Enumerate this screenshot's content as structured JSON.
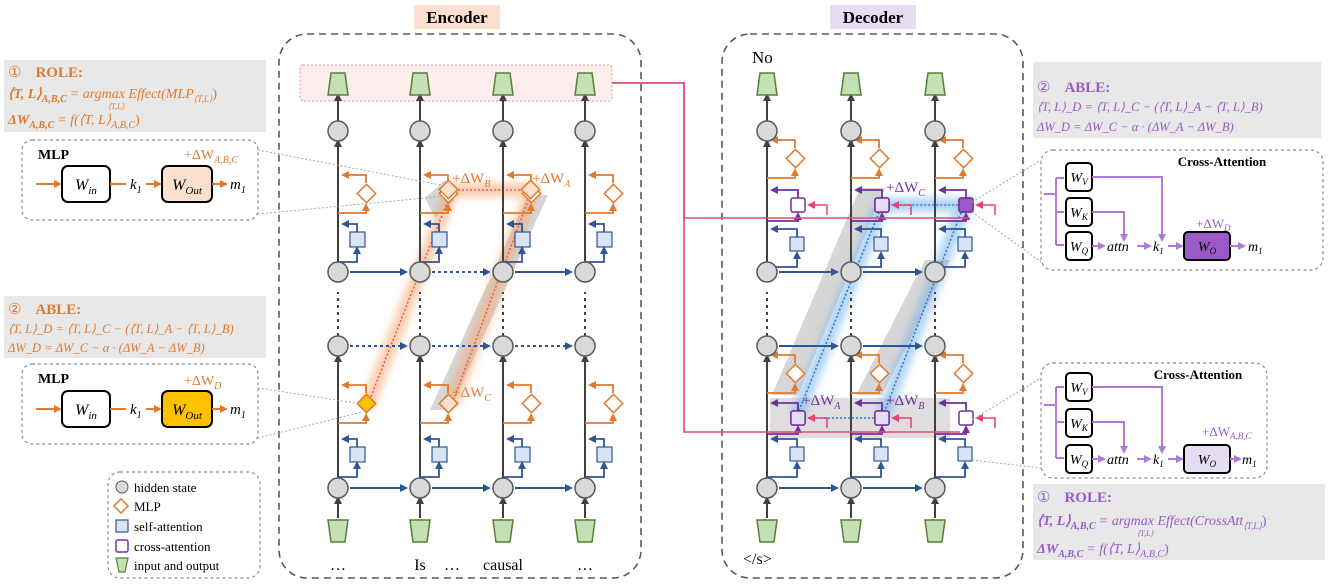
{
  "titles": {
    "encoder": "Encoder",
    "decoder": "Decoder"
  },
  "tokens": {
    "enc": [
      "…",
      "Is",
      "…",
      "causal",
      "…"
    ],
    "dec_bottom": "</s>",
    "dec_top": "No"
  },
  "left_role": {
    "num": "①",
    "head": "ROLE:",
    "eq1_lhs": "⟨T, L⟩",
    "eq1_sub": "A,B,C",
    "eq1_rhs": "= argmax Effect(MLP",
    "eq1_sub2": "⟨T,L⟩",
    "eq1_tail": ")",
    "eq1_under": "⟨T,L⟩",
    "eq2": "ΔW",
    "eq2_sub": "A,B,C",
    "eq2_rhs": "= f(⟨T, L⟩",
    "eq2_sub2": "A,B,C",
    "eq2_tail": ")"
  },
  "left_able": {
    "num": "②",
    "head": "ABLE:",
    "eq1": "⟨T, L⟩_D = ⟨T, L⟩_C − (⟨T, L⟩_A − ⟨T, L⟩_B)",
    "eq2": "ΔW_D = ΔW_C − α · (ΔW_A − ΔW_B)"
  },
  "right_able": {
    "num": "②",
    "head": "ABLE:",
    "eq1": "⟨T, L⟩_D = ⟨T, L⟩_C − (⟨T, L⟩_A − ⟨T, L⟩_B)",
    "eq2": "ΔW_D = ΔW_C − α · (ΔW_A − ΔW_B)"
  },
  "right_role": {
    "num": "①",
    "head": "ROLE:",
    "eq1_lhs": "⟨T, L⟩",
    "eq1_sub": "A,B,C",
    "eq1_rhs": "= argmax Effect(CrossAtt",
    "eq1_sub2": "⟨T,L⟩",
    "eq1_tail": ")",
    "eq1_under": "⟨T,L⟩",
    "eq2": "ΔW",
    "eq2_sub": "A,B,C",
    "eq2_rhs": "= f(⟨T, L⟩",
    "eq2_sub2": "A,B,C",
    "eq2_tail": ")"
  },
  "mlp_top": {
    "title": "MLP",
    "win": "W",
    "win_sub": "in",
    "k": "k",
    "k_sub": "1",
    "wout": "W",
    "wout_sub": "Out",
    "m": "m",
    "m_sub": "1",
    "delta": "+ΔW",
    "delta_sub": "A,B,C"
  },
  "mlp_bot": {
    "title": "MLP",
    "win": "W",
    "win_sub": "in",
    "k": "k",
    "k_sub": "1",
    "wout": "W",
    "wout_sub": "Out",
    "m": "m",
    "m_sub": "1",
    "delta": "+ΔW",
    "delta_sub": "D"
  },
  "ca_top": {
    "title": "Cross-Attention",
    "wv": "W",
    "wv_sub": "V",
    "wk": "W",
    "wk_sub": "K",
    "wq": "W",
    "wq_sub": "Q",
    "attn": "attn",
    "k": "k",
    "k_sub": "1",
    "wo": "W",
    "wo_sub": "O",
    "m": "m",
    "m_sub": "1",
    "delta": "+ΔW",
    "delta_sub": "D"
  },
  "ca_bot": {
    "title": "Cross-Attention",
    "wv": "W",
    "wv_sub": "V",
    "wk": "W",
    "wk_sub": "K",
    "wq": "W",
    "wq_sub": "Q",
    "attn": "attn",
    "k": "k",
    "k_sub": "1",
    "wo": "W",
    "wo_sub": "O",
    "m": "m",
    "m_sub": "1",
    "delta": "+ΔW",
    "delta_sub": "A,B,C"
  },
  "enc_deltas": {
    "a": "+ΔW",
    "a_sub": "A",
    "b": "+ΔW",
    "b_sub": "B",
    "c": "+ΔW",
    "c_sub": "C"
  },
  "dec_deltas": {
    "a": "+ΔW",
    "a_sub": "A",
    "b": "+ΔW",
    "b_sub": "B",
    "c": "+ΔW",
    "c_sub": "C"
  },
  "legend": [
    "hidden state",
    "MLP",
    "self-attention",
    "cross-attention",
    "input and output"
  ],
  "colors": {
    "orange": "#e07a2e",
    "purple": "#9b59c8",
    "blue": "#2f5597",
    "pink": "#e8457a",
    "gray": "#a6a6a6",
    "gold": "#ffc000"
  }
}
